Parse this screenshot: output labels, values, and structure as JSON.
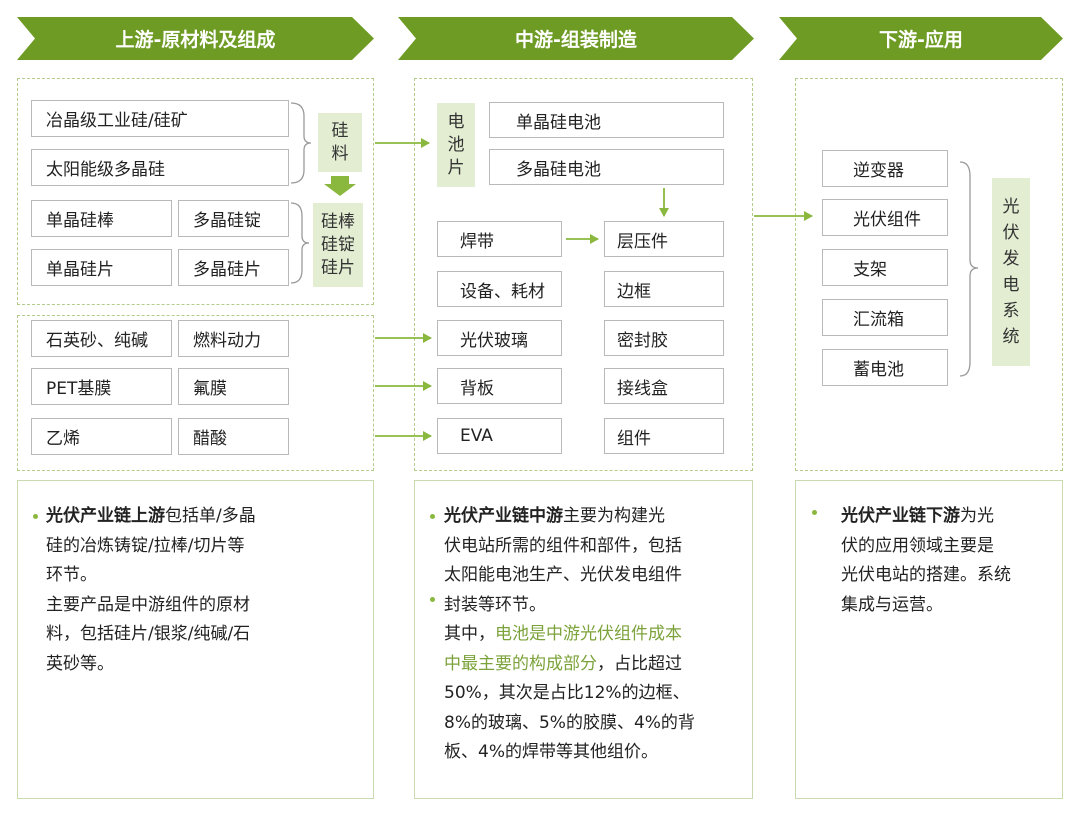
{
  "headers": {
    "upstream": "上游-原材料及组成",
    "midstream": "中游-组装制造",
    "downstream": "下游-应用"
  },
  "upstream": {
    "silicon_sources": [
      "冶晶级工业硅/硅矿",
      "太阳能级多晶硅"
    ],
    "silicon_label": [
      "硅",
      "料"
    ],
    "mono": [
      "单晶硅棒",
      "单晶硅片"
    ],
    "poly": [
      "多晶硅锭",
      "多晶硅片"
    ],
    "ingot_label": [
      "硅棒",
      "硅锭",
      "硅片"
    ],
    "aux_left": [
      "石英砂、纯碱",
      "PET基膜",
      "乙烯"
    ],
    "aux_right": [
      "燃料动力",
      "氟膜",
      "醋酸"
    ]
  },
  "midstream": {
    "cell_label": [
      "电",
      "池",
      "片"
    ],
    "cells": [
      "单晶硅电池",
      "多晶硅电池"
    ],
    "left_col": [
      "焊带",
      "设备、耗材",
      "光伏玻璃",
      "背板",
      "EVA"
    ],
    "right_col": [
      "层压件",
      "边框",
      "密封胶",
      "接线盒",
      "组件"
    ]
  },
  "downstream": {
    "items": [
      "逆变器",
      "光伏组件",
      "支架",
      "汇流箱",
      "蓄电池"
    ],
    "system_label": [
      "光",
      "伏",
      "发",
      "电",
      "系",
      "统"
    ]
  },
  "desc": {
    "up": {
      "bold": "光伏产业链上游",
      "text1": "包括单/多晶",
      "line2": "硅的冶炼铸锭/拉棒/切片等",
      "line3": "环节。",
      "line4": "主要产品是中游组件的原材",
      "line5": "料，包括硅片/银浆/纯碱/石",
      "line6": "英砂等。"
    },
    "mid": {
      "bold": "光伏产业链中游",
      "text1": "主要为构建光",
      "line2": "伏电站所需的组件和部件，包括",
      "line3": "太阳能电池生产、光伏发电组件",
      "line4": "封装等环节。",
      "line5a": "其中，",
      "line5b": "电池是中游光伏组件成本",
      "line6a": "中最主要的构成部分",
      "line6b": "，占比超过",
      "line7": "50%，其次是占比12%的边框、",
      "line8": "8%的玻璃、5%的胶膜、4%的背",
      "line9": "板、4%的焊带等其他组价。"
    },
    "down": {
      "bold": "光伏产业链下游",
      "text1": "为光",
      "line2": "伏的应用领域主要是",
      "line3": "光伏电站的搭建。系统",
      "line4": "集成与运营。"
    }
  },
  "colors": {
    "accent": "#6e9b24",
    "light_green": "#e3edd2",
    "highlight": "#7ca33b"
  }
}
